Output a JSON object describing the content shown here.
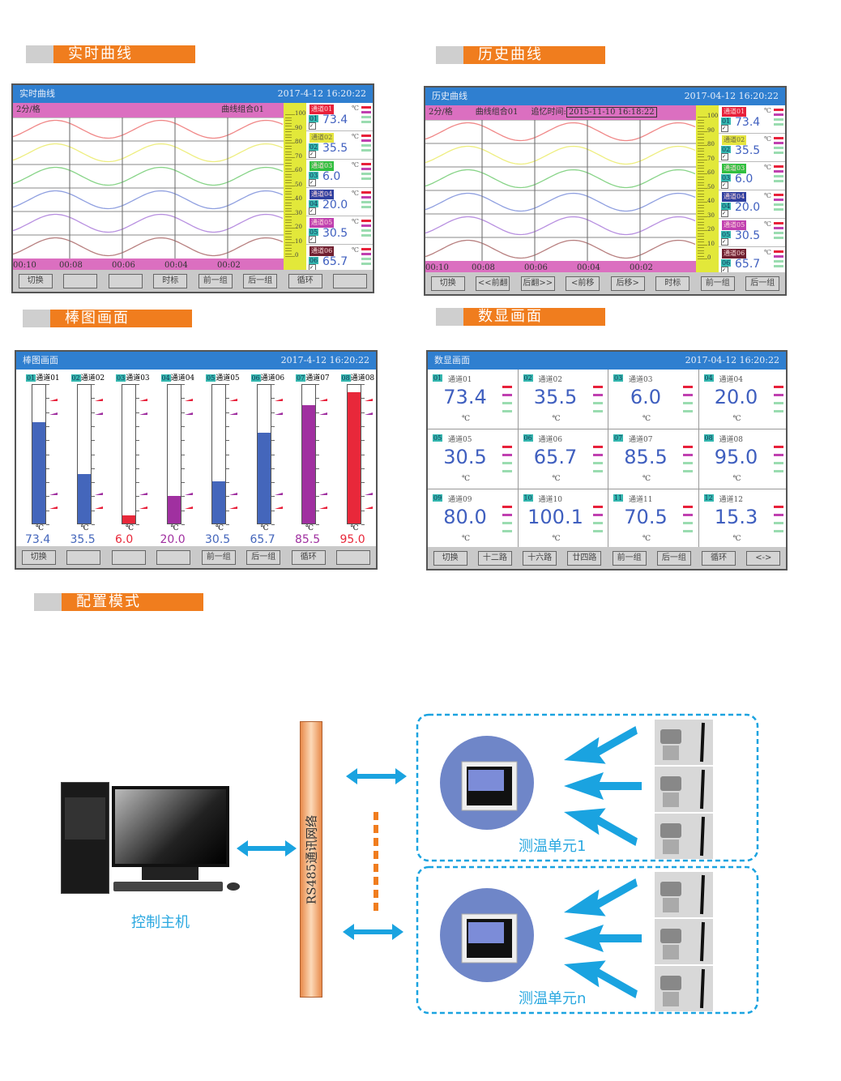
{
  "sections": [
    "实时曲线",
    "历史曲线",
    "棒图画面",
    "数显画面",
    "配置模式"
  ],
  "realtime": {
    "title": "实时曲线",
    "datetime": "2017-4-12   16:20:22",
    "interval": "2分/格",
    "group": "曲线组合01",
    "times": [
      "00:10",
      "00:08",
      "00:06",
      "00:04",
      "00:02"
    ],
    "scale": [
      "100",
      "90",
      "80",
      "70",
      "60",
      "50",
      "40",
      "30",
      "20",
      "10",
      "0"
    ],
    "channels": [
      {
        "name": "通道01",
        "num": "01",
        "value": "73.4",
        "unit": "℃",
        "color": "#e8203a"
      },
      {
        "name": "通道02",
        "num": "02",
        "value": "35.5",
        "unit": "℃",
        "color": "#e6e640"
      },
      {
        "name": "通道03",
        "num": "03",
        "value": "6.0",
        "unit": "℃",
        "color": "#30c040"
      },
      {
        "name": "通道04",
        "num": "04",
        "value": "20.0",
        "unit": "℃",
        "color": "#3040a0"
      },
      {
        "name": "通道05",
        "num": "05",
        "value": "30.5",
        "unit": "℃",
        "color": "#c040b0"
      },
      {
        "name": "通道06",
        "num": "06",
        "value": "65.7",
        "unit": "℃",
        "color": "#702030"
      }
    ],
    "buttons": [
      "切换",
      "",
      "",
      "时标",
      "前一组",
      "后一组",
      "循环",
      ""
    ]
  },
  "history": {
    "title": "历史曲线",
    "datetime": "2017-04-12   16:20:22",
    "interval": "2分/格",
    "group": "曲线组合01",
    "recall_label": "追忆时间:",
    "recall_time": "2015-11-10 16:18:22",
    "times": [
      "00:10",
      "00:08",
      "00:06",
      "00:04",
      "00:02"
    ],
    "scale": [
      "100",
      "90",
      "80",
      "70",
      "60",
      "50",
      "40",
      "30",
      "20",
      "10",
      "0"
    ],
    "channels": [
      {
        "name": "通道01",
        "num": "01",
        "value": "73.4",
        "unit": "℃",
        "color": "#e8203a"
      },
      {
        "name": "通道02",
        "num": "02",
        "value": "35.5",
        "unit": "℃",
        "color": "#e6e640"
      },
      {
        "name": "通道03",
        "num": "03",
        "value": "6.0",
        "unit": "℃",
        "color": "#30c040"
      },
      {
        "name": "通道04",
        "num": "04",
        "value": "20.0",
        "unit": "℃",
        "color": "#3040a0"
      },
      {
        "name": "通道05",
        "num": "05",
        "value": "30.5",
        "unit": "℃",
        "color": "#c040b0"
      },
      {
        "name": "通道06",
        "num": "06",
        "value": "65.7",
        "unit": "℃",
        "color": "#702030"
      }
    ],
    "buttons": [
      "切换",
      "<<前翻",
      "后翻>>",
      "<前移",
      "后移>",
      "时标",
      "前一组",
      "后一组"
    ]
  },
  "bar": {
    "title": "棒图画面",
    "datetime": "2017-4-12   16:20:22",
    "channels": [
      {
        "num": "01",
        "name": "通道01",
        "value": "73.4",
        "level": 73.4,
        "unit": "℃",
        "color": "#4466bb"
      },
      {
        "num": "02",
        "name": "通道02",
        "value": "35.5",
        "level": 35.5,
        "unit": "℃",
        "color": "#4466bb"
      },
      {
        "num": "03",
        "name": "通道03",
        "value": "6.0",
        "level": 6.0,
        "unit": "℃",
        "color": "#e8283a"
      },
      {
        "num": "04",
        "name": "通道04",
        "value": "20.0",
        "level": 20.0,
        "unit": "℃",
        "color": "#a030a0"
      },
      {
        "num": "05",
        "name": "通道05",
        "value": "30.5",
        "level": 30.5,
        "unit": "℃",
        "color": "#4466bb"
      },
      {
        "num": "06",
        "name": "通道06",
        "value": "65.7",
        "level": 65.7,
        "unit": "℃",
        "color": "#4466bb"
      },
      {
        "num": "07",
        "name": "通道07",
        "value": "85.5",
        "level": 85.5,
        "unit": "℃",
        "color": "#a030a0"
      },
      {
        "num": "08",
        "name": "通道08",
        "value": "95.0",
        "level": 95.0,
        "unit": "℃",
        "color": "#e8283a"
      }
    ],
    "buttons": [
      "切换",
      "",
      "",
      "",
      "前一组",
      "后一组",
      "循环",
      ""
    ]
  },
  "digital": {
    "title": "数显画面",
    "datetime": "2017-04-12   16:20:22",
    "cells": [
      {
        "num": "01",
        "name": "通道01",
        "value": "73.4",
        "unit": "℃"
      },
      {
        "num": "02",
        "name": "通道02",
        "value": "35.5",
        "unit": "℃"
      },
      {
        "num": "03",
        "name": "通道03",
        "value": "6.0",
        "unit": "℃"
      },
      {
        "num": "04",
        "name": "通道04",
        "value": "20.0",
        "unit": "℃"
      },
      {
        "num": "05",
        "name": "通道05",
        "value": "30.5",
        "unit": "℃"
      },
      {
        "num": "06",
        "name": "通道06",
        "value": "65.7",
        "unit": "℃"
      },
      {
        "num": "07",
        "name": "通道07",
        "value": "85.5",
        "unit": "℃"
      },
      {
        "num": "08",
        "name": "通道08",
        "value": "95.0",
        "unit": "℃"
      },
      {
        "num": "09",
        "name": "通道09",
        "value": "80.0",
        "unit": "℃"
      },
      {
        "num": "10",
        "name": "通道10",
        "value": "100.1",
        "unit": "℃"
      },
      {
        "num": "11",
        "name": "通道11",
        "value": "70.5",
        "unit": "℃"
      },
      {
        "num": "12",
        "name": "通道12",
        "value": "15.3",
        "unit": "℃"
      }
    ],
    "buttons": [
      "切换",
      "十二路",
      "十六路",
      "廿四路",
      "前一组",
      "后一组",
      "循环",
      "<->"
    ]
  },
  "diagram": {
    "host_label": "控制主机",
    "network_label": "RS485通讯网络",
    "unit1_label": "测温单元1",
    "unitn_label": "测温单元n"
  }
}
